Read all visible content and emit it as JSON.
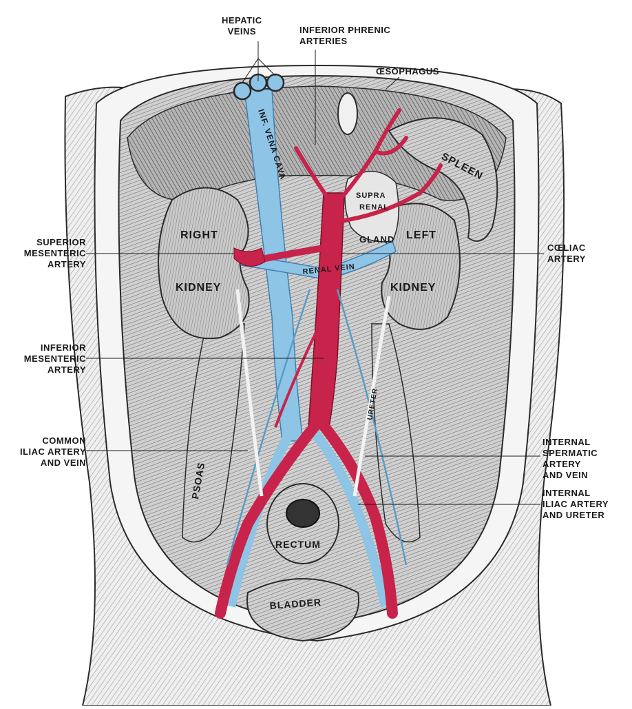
{
  "callouts": {
    "hepatic_veins": [
      "HEPATIC",
      "VEINS"
    ],
    "inferior_phrenic_arteries": [
      "INFERIOR PHRENIC",
      "ARTERIES"
    ],
    "oesophagus": [
      "ŒSOPHAGUS"
    ],
    "superior_mesenteric_artery": [
      "SUPERIOR",
      "MESENTERIC",
      "ARTERY"
    ],
    "coeliac_artery": [
      "CŒLIAC",
      "ARTERY"
    ],
    "inferior_mesenteric_artery": [
      "INFERIOR",
      "MESENTERIC",
      "ARTERY"
    ],
    "common_iliac": [
      "COMMON",
      "ILIAC ARTERY",
      "AND VEIN"
    ],
    "internal_spermatic": [
      "INTERNAL",
      "SPERMATIC",
      "ARTERY",
      "AND VEIN"
    ],
    "internal_iliac": [
      "INTERNAL",
      "ILIAC ARTERY",
      "AND URETER"
    ]
  },
  "organ_labels": {
    "spleen": "SPLEEN",
    "right": "RIGHT",
    "left": "LEFT",
    "kidney_right": "KIDNEY",
    "kidney_left": "KIDNEY",
    "supra": "SUPRA",
    "renal": "RENAL",
    "gland": "GLAND",
    "renal_vein": "RENAL VEIN",
    "vena_cava": "INF. VENA CAVA",
    "psoas": "PSOAS",
    "ureter": "URETER",
    "rectum": "RECTUM",
    "bladder": "BLADDER"
  },
  "colors": {
    "artery": "#c8234a",
    "vein": "#8ec4e6",
    "vein_dark": "#5a9cc8",
    "tissue": "#d9d9d9",
    "tissue_dark": "#7a7a7a",
    "outline": "#2a2a2a"
  }
}
